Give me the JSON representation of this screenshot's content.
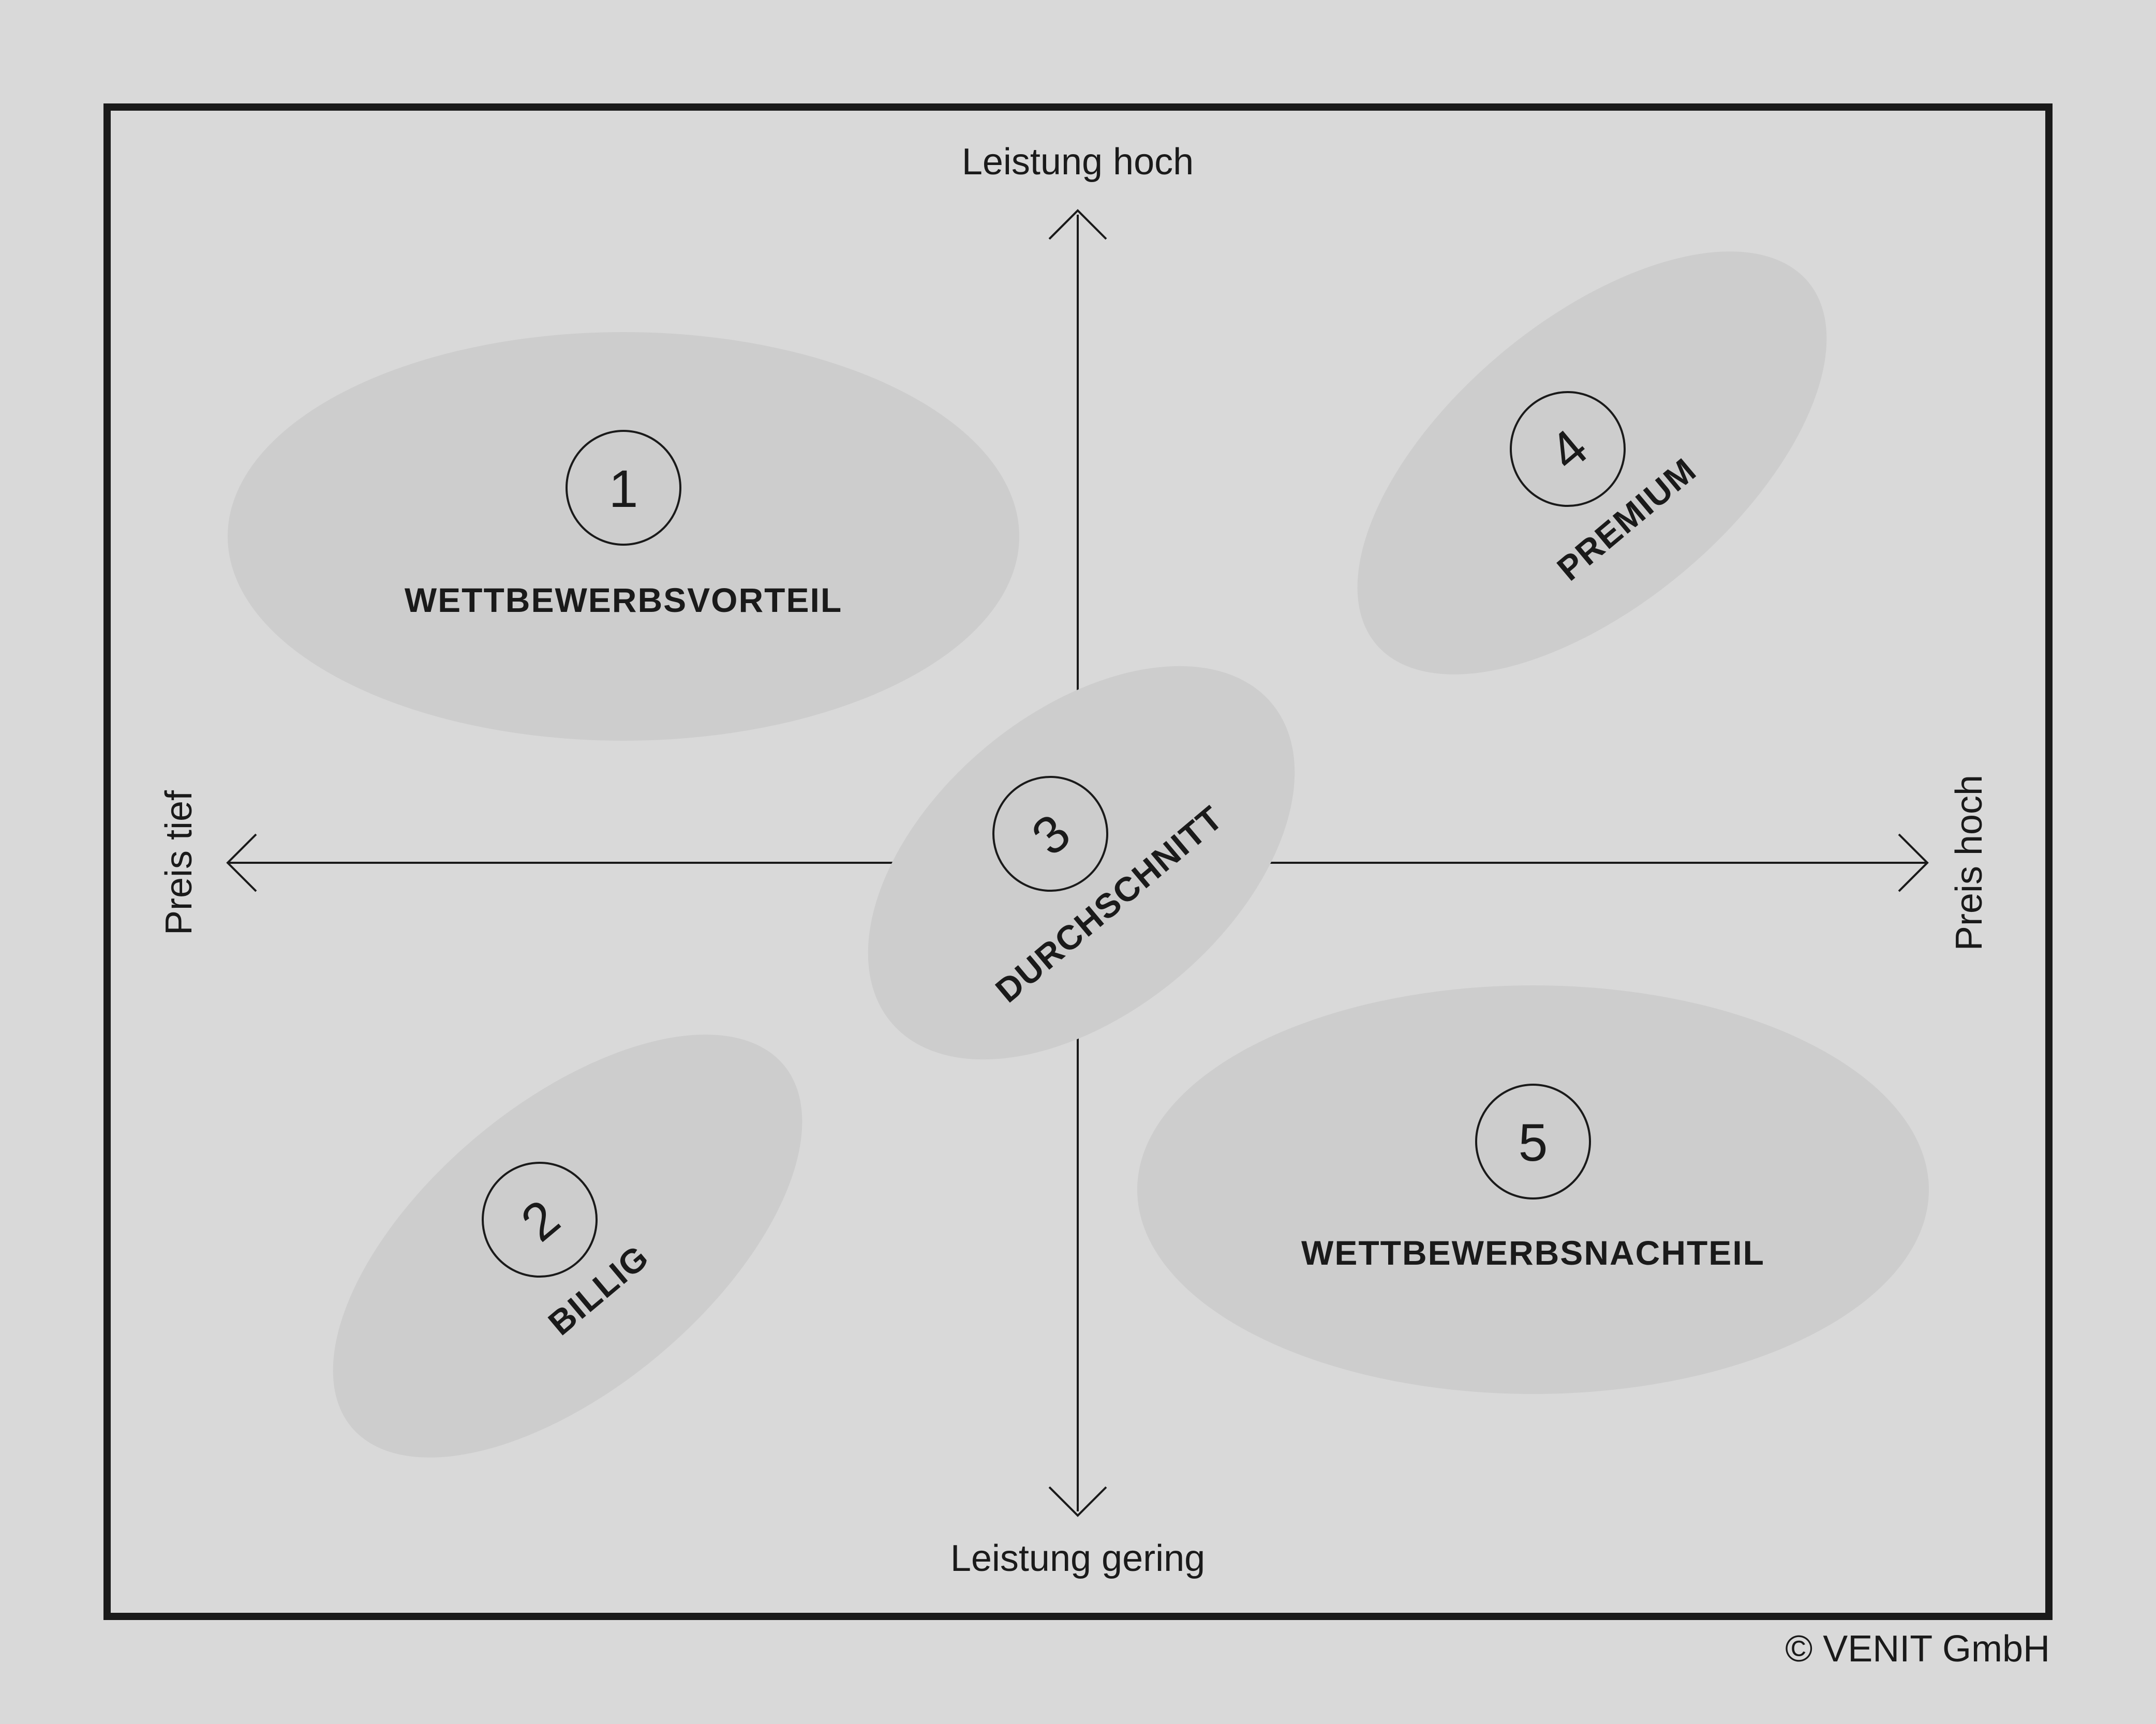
{
  "axes": {
    "top": "Leistung hoch",
    "bottom": "Leistung gering",
    "left": "Preis tief",
    "right": "Preis hoch"
  },
  "zones": [
    {
      "number": "1",
      "label": "WETTBEWERBSVORTEIL"
    },
    {
      "number": "2",
      "label": "BILLIG"
    },
    {
      "number": "3",
      "label": "DURCHSCHNITT"
    },
    {
      "number": "4",
      "label": "PREMIUM"
    },
    {
      "number": "5",
      "label": "WETTBEWERBSNACHTEIL"
    }
  ],
  "copyright": "© VENIT GmbH",
  "colors": {
    "background": "#d9d9d9",
    "zone_fill": "#cdcdcd",
    "zone_overlap": "#a9a9a9",
    "line": "#1a1a1a"
  }
}
